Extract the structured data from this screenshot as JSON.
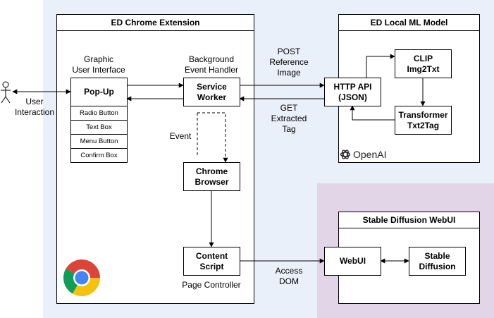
{
  "extension": {
    "title": "ED Chrome Extension",
    "popup": {
      "label": "Pop-Up",
      "caption_line1": "Graphic",
      "caption_line2": "User Interface",
      "options": [
        "Radio Button",
        "Text Box",
        "Menu Button",
        "Confirm Box"
      ]
    },
    "service_worker": {
      "line1": "Service",
      "line2": "Worker",
      "caption_line1": "Background",
      "caption_line2": "Event Handler"
    },
    "chrome_browser": {
      "line1": "Chrome",
      "line2": "Browser"
    },
    "content_script": {
      "line1": "Content",
      "line2": "Script",
      "caption": "Page Controller"
    },
    "event_label": "Event",
    "chrome_logo": "chrome-logo"
  },
  "user": {
    "line1": "User",
    "line2": "Interaction",
    "icon": "stick-figure-actor"
  },
  "ml_model": {
    "title": "ED Local ML Model",
    "http_api": {
      "line1": "HTTP API",
      "line2": "(JSON)"
    },
    "clip": {
      "line1": "CLIP",
      "line2": "Img2Txt"
    },
    "transformer": {
      "line1": "Transformer",
      "line2": "Txt2Tag"
    },
    "brand": "OpenAI",
    "brand_icon": "openai-logo"
  },
  "edges": {
    "post": {
      "line1": "POST",
      "line2": "Reference",
      "line3": "Image"
    },
    "get": {
      "line1": "GET",
      "line2": "Extracted",
      "line3": "Tag"
    },
    "access": {
      "line1": "Access",
      "line2": "DOM"
    }
  },
  "stable_diffusion": {
    "title": "Stable Diffusion WebUI",
    "webui": "WebUI",
    "sd": {
      "line1": "Stable",
      "line2": "Diffusion"
    }
  },
  "colors": {
    "region_blue": "#eaf0fa",
    "region_purple": "#e2d5e8",
    "chrome_red": "#db4437",
    "chrome_yellow": "#f4c20d",
    "chrome_green": "#0f9d58",
    "chrome_blue": "#4285f4"
  }
}
